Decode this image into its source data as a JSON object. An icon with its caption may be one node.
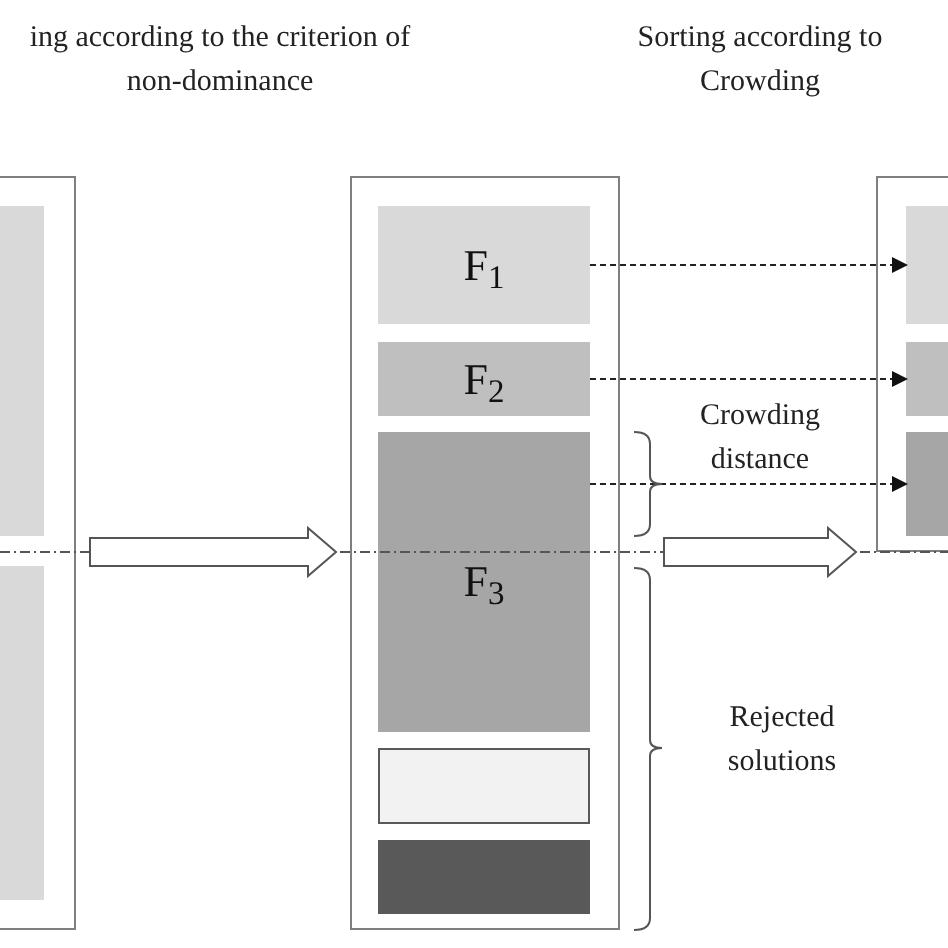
{
  "diagram": {
    "nodes": [
      {
        "text": [],
        "shape": "box"
      },
      {
        "text": [],
        "shape": "bar",
        "in": 0
      },
      {
        "text": [],
        "shape": "bar",
        "in": 0
      },
      {
        "text": [],
        "shape": "box"
      },
      {
        "text": [
          "F$_{1}$"
        ],
        "in": 3
      },
      {
        "text": [
          "F$_{2}$"
        ],
        "in": 3
      },
      {
        "text": [
          "F$_{3}$"
        ],
        "in": 3
      },
      {
        "text": [],
        "shape": "box",
        "in": 3
      },
      {
        "text": [],
        "shape": "bar",
        "in": 3
      },
      {
        "text": [],
        "shape": "box"
      },
      {
        "text": [],
        "shape": "bar",
        "in": 9
      },
      {
        "text": [],
        "shape": "bar",
        "in": 9
      },
      {
        "text": [],
        "shape": "bar",
        "in": 9
      }
    ],
    "edges": [
      {
        "from": 0,
        "to": 3,
        "arrow": "to",
        "style": "thick"
      },
      {
        "from": 3,
        "to": 9,
        "arrow": "to",
        "style": "thick"
      },
      {
        "from": 4,
        "to": 10,
        "arrow": "to",
        "style": "dashed"
      },
      {
        "from": 5,
        "to": 11,
        "arrow": "to",
        "style": "dashed"
      },
      {
        "from": 6,
        "to": 12,
        "arrow": "to",
        "style": "dashed"
      }
    ],
    "labels": [
      "ing according to the criterion of non-dominance",
      "Sorting according to Crowding",
      "Crowding distance",
      "Rejected solutions"
    ]
  }
}
